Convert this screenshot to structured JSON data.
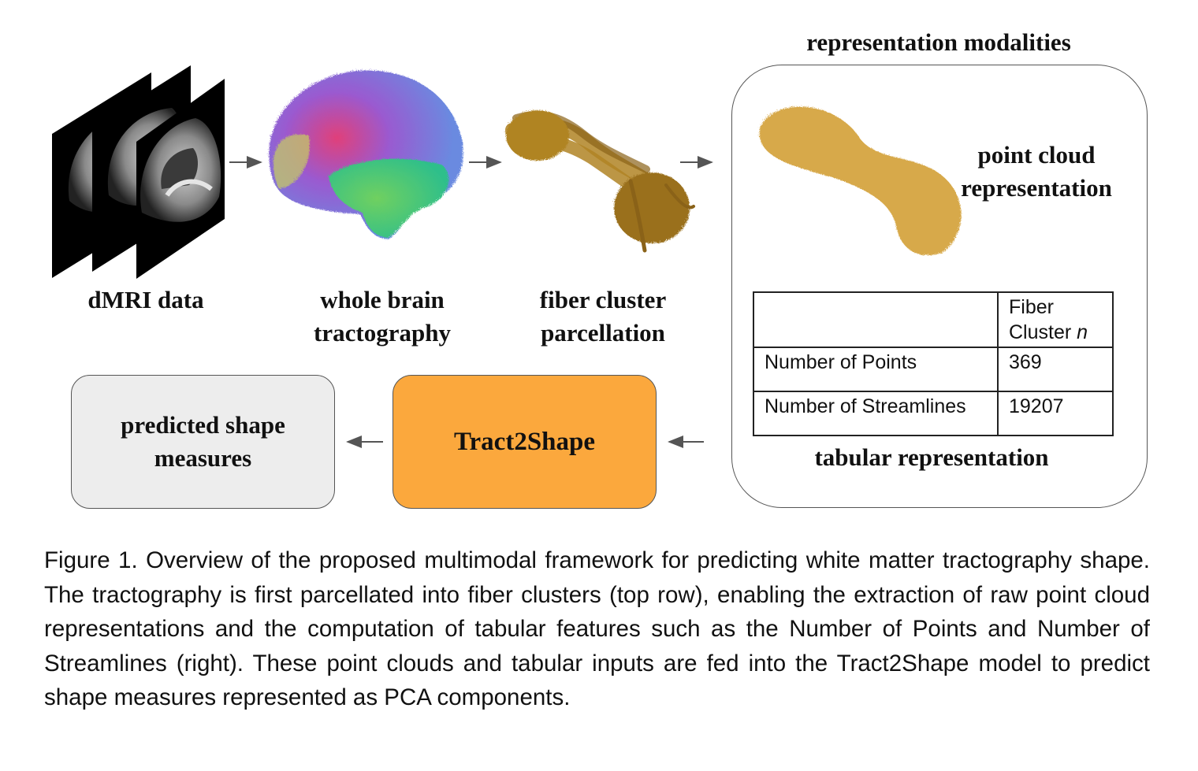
{
  "pipeline": {
    "dmri_label": "dMRI data",
    "tractography_label_1": "whole brain",
    "tractography_label_2": "tractography",
    "parcellation_label_1": "fiber cluster",
    "parcellation_label_2": "parcellation"
  },
  "modalities": {
    "heading": "representation modalities",
    "point_cloud_label_1": "point cloud",
    "point_cloud_label_2": "representation",
    "tabular_label": "tabular representation",
    "table": {
      "header_col2_line1": "Fiber",
      "header_col2_line2": "Cluster",
      "header_col2_italic": "n",
      "rows": [
        {
          "name": "Number of Points",
          "value": "369"
        },
        {
          "name": "Number of Streamlines",
          "value": "19207"
        }
      ]
    }
  },
  "model": {
    "label": "Tract2Shape",
    "color": "#FBA83D"
  },
  "output": {
    "label_1": "predicted shape",
    "label_2": "measures",
    "color": "#EDEDED"
  },
  "colors": {
    "fiber_gold": "#C9962F",
    "arrow": "#555555"
  },
  "caption": "Figure 1. Overview of the proposed multimodal framework for predicting white matter tractography shape. The tractography is first parcellated into fiber clusters (top row), enabling the extraction of raw point cloud representations and the computation of tabular features such as the Number of Points and Number of Streamlines (right). These point clouds and tabular inputs are fed into the Tract2Shape model to predict shape measures represented as PCA components."
}
